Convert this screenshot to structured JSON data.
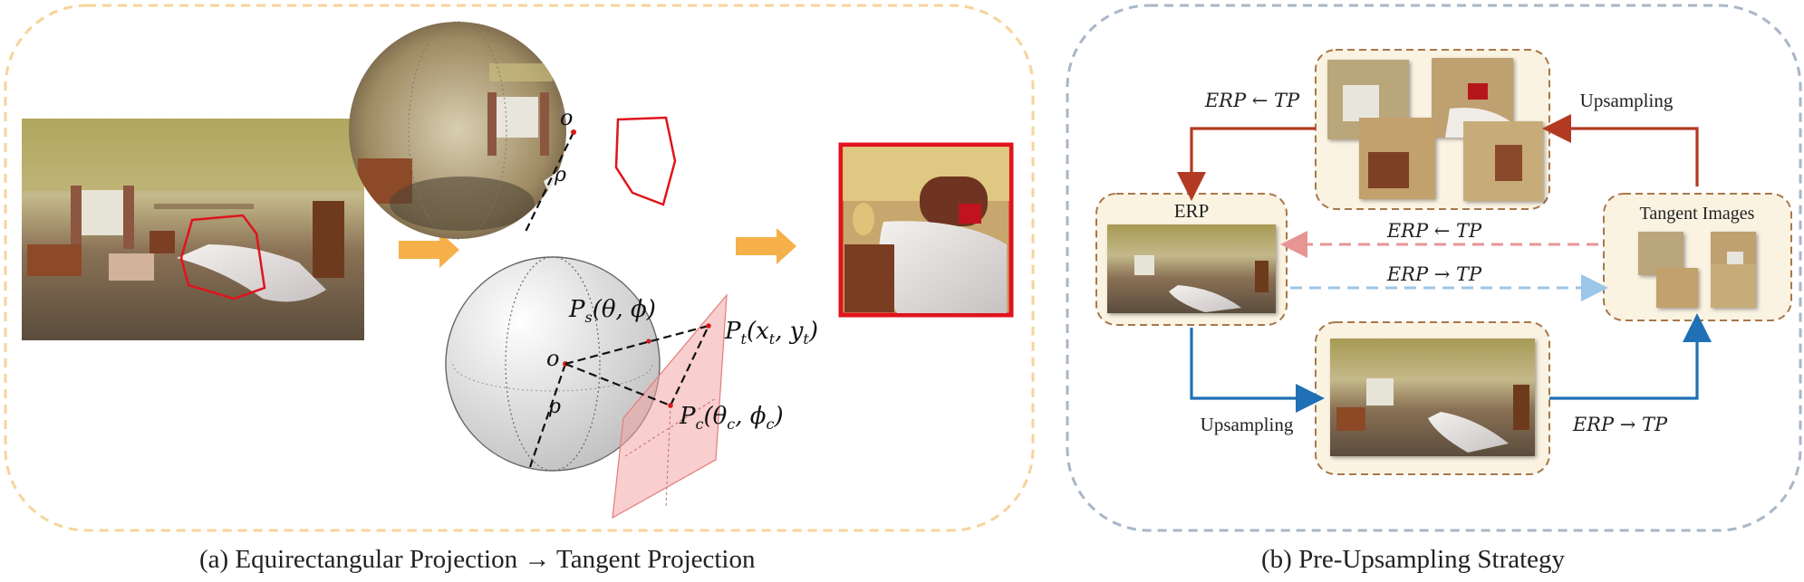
{
  "panel_a": {
    "caption": "(a) Equirectangular Projection → Tangent Projection",
    "labels": {
      "origin_top": "o",
      "rho_top": "ρ",
      "origin_bottom": "o",
      "rho_bottom": "ρ",
      "ps": "P",
      "ps_sub": "s",
      "ps_args": "(θ, ϕ)",
      "pt": "P",
      "pt_sub": "t",
      "pt_args": "(x",
      "pt_args_sub1": "t",
      "pt_args_mid": ", y",
      "pt_args_sub2": "t",
      "pt_args_end": ")",
      "pc": "P",
      "pc_sub": "c",
      "pc_args": "(θ",
      "pc_args_sub1": "c",
      "pc_args_mid": ", ϕ",
      "pc_args_sub2": "c",
      "pc_args_end": ")"
    }
  },
  "panel_b": {
    "caption": "(b) Pre-Upsampling Strategy",
    "erp_label": "ERP",
    "tangent_label": "Tangent Images",
    "top_left_label": "ERP ← TP",
    "top_right_label": "Upsampling",
    "mid_top_label": "ERP ← TP",
    "mid_bottom_label": "ERP → TP",
    "bottom_left_label": "Upsampling",
    "bottom_right_label": "ERP → TP"
  },
  "colors": {
    "panel_a_border": "#f6d49a",
    "panel_b_border": "#a9b6c8",
    "box_border": "#a8774a",
    "box_fill": "#fbf3e2",
    "red_arrow": "#b33a22",
    "blue_arrow": "#1f70b5",
    "pink_dash": "#e79494",
    "lightblue_dash": "#9cc6e8",
    "orange_arrow": "#f6b04a",
    "highlight_red": "#e0141b"
  }
}
